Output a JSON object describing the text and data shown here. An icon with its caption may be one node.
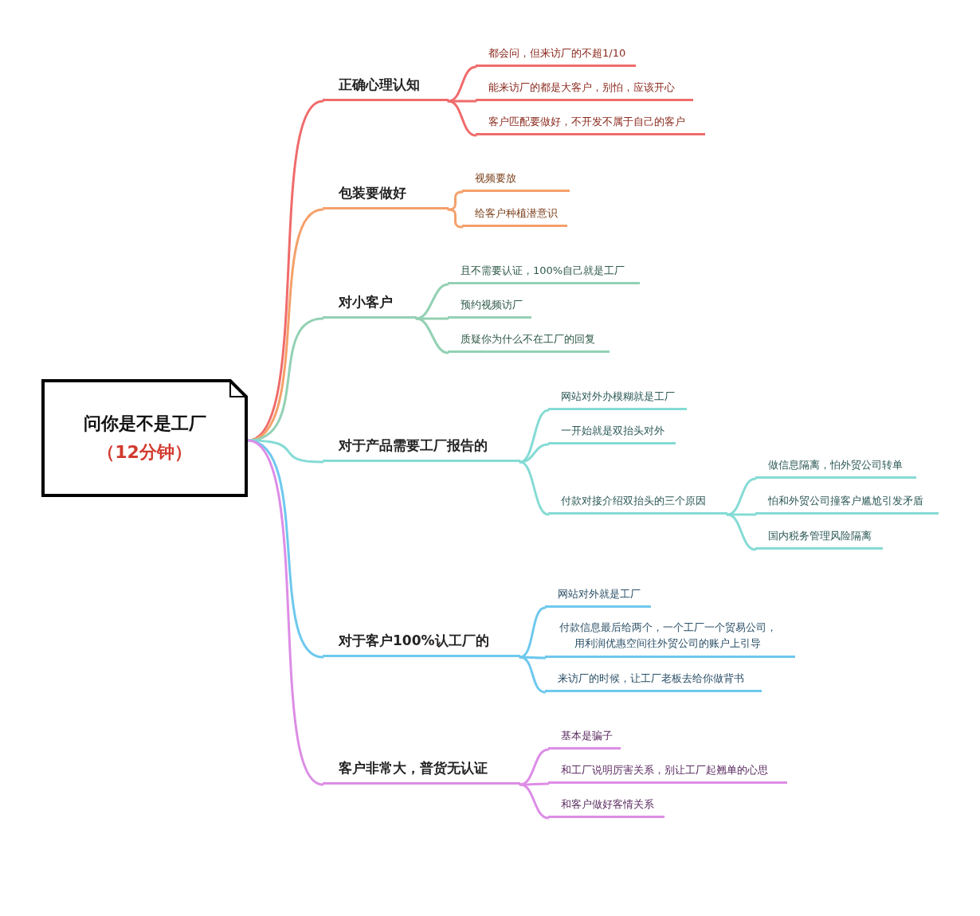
{
  "diagram": {
    "nodes": [
      {
        "text": [
          "问你是不是工厂",
          "（12分钟）"
        ]
      },
      {
        "text": [
          "正确心理认知"
        ]
      },
      {
        "text": [
          "都会问，但来访厂的不超1/10"
        ]
      },
      {
        "text": [
          "能来访厂的都是大客户，别怕，应该开心"
        ]
      },
      {
        "text": [
          "客户匹配要做好，不开发不属于自己的客户"
        ]
      },
      {
        "text": [
          "包装要做好"
        ]
      },
      {
        "text": [
          "视频要放"
        ]
      },
      {
        "text": [
          "给客户种植潜意识"
        ]
      },
      {
        "text": [
          "对小客户"
        ]
      },
      {
        "text": [
          "且不需要认证，100%自己就是工厂"
        ]
      },
      {
        "text": [
          "预约视频访厂"
        ]
      },
      {
        "text": [
          "质疑你为什么不在工厂的回复"
        ]
      },
      {
        "text": [
          "对于产品需要工厂报告的"
        ]
      },
      {
        "text": [
          "网站对外办模糊就是工厂"
        ]
      },
      {
        "text": [
          "一开始就是双抬头对外"
        ]
      },
      {
        "text": [
          "付款对接介绍双抬头的三个原因"
        ]
      },
      {
        "text": [
          "做信息隔离，怕外贸公司转单"
        ]
      },
      {
        "text": [
          "怕和外贸公司撞客户尴尬引发矛盾"
        ]
      },
      {
        "text": [
          "国内税务管理风险隔离"
        ]
      },
      {
        "text": [
          "对于客户100%认工厂的"
        ]
      },
      {
        "text": [
          "网站对外就是工厂"
        ]
      },
      {
        "text": [
          "付款信息最后给两个，一个工厂一个贸易公司，用利润优惠空间往外贸公司的账户上引导"
        ]
      },
      {
        "text": [
          "来访厂的时候，让工厂老板去给你做背书"
        ]
      },
      {
        "text": [
          "客户非常大，普货无认证"
        ]
      },
      {
        "text": [
          "基本是骗子"
        ]
      },
      {
        "text": [
          "和工厂说明厉害关系，别让工厂起翘单的心思"
        ]
      },
      {
        "text": [
          "和客户做好客情关系"
        ]
      }
    ],
    "edges": [
      {
        "from": 0,
        "to": 1,
        "arrow": "none",
        "color": "#f06b6b"
      },
      {
        "from": 1,
        "to": 2,
        "arrow": "none",
        "color": "#f06b6b"
      },
      {
        "from": 1,
        "to": 3,
        "arrow": "none",
        "color": "#f06b6b"
      },
      {
        "from": 1,
        "to": 4,
        "arrow": "none",
        "color": "#f06b6b"
      },
      {
        "from": 0,
        "to": 5,
        "arrow": "none",
        "color": "#f4a06a"
      },
      {
        "from": 5,
        "to": 6,
        "arrow": "none",
        "color": "#f4a06a"
      },
      {
        "from": 5,
        "to": 7,
        "arrow": "none",
        "color": "#f4a06a"
      },
      {
        "from": 0,
        "to": 8,
        "arrow": "none",
        "color": "#93d1b4"
      },
      {
        "from": 8,
        "to": 9,
        "arrow": "none",
        "color": "#93d1b4"
      },
      {
        "from": 8,
        "to": 10,
        "arrow": "none",
        "color": "#93d1b4"
      },
      {
        "from": 8,
        "to": 11,
        "arrow": "none",
        "color": "#93d1b4"
      },
      {
        "from": 0,
        "to": 12,
        "arrow": "none",
        "color": "#85dbd5"
      },
      {
        "from": 12,
        "to": 13,
        "arrow": "none",
        "color": "#85dbd5"
      },
      {
        "from": 12,
        "to": 14,
        "arrow": "none",
        "color": "#85dbd5"
      },
      {
        "from": 12,
        "to": 15,
        "arrow": "none",
        "color": "#85dbd5"
      },
      {
        "from": 15,
        "to": 16,
        "arrow": "none",
        "color": "#85dbd5"
      },
      {
        "from": 15,
        "to": 17,
        "arrow": "none",
        "color": "#85dbd5"
      },
      {
        "from": 15,
        "to": 18,
        "arrow": "none",
        "color": "#85dbd5"
      },
      {
        "from": 0,
        "to": 19,
        "arrow": "none",
        "color": "#6ec8ee"
      },
      {
        "from": 19,
        "to": 20,
        "arrow": "none",
        "color": "#6ec8ee"
      },
      {
        "from": 19,
        "to": 21,
        "arrow": "none",
        "color": "#6ec8ee"
      },
      {
        "from": 19,
        "to": 22,
        "arrow": "none",
        "color": "#6ec8ee"
      },
      {
        "from": 0,
        "to": 23,
        "arrow": "none",
        "color": "#dd8de6"
      },
      {
        "from": 23,
        "to": 24,
        "arrow": "none",
        "color": "#dd8de6"
      },
      {
        "from": 23,
        "to": 25,
        "arrow": "none",
        "color": "#dd8de6"
      },
      {
        "from": 23,
        "to": 26,
        "arrow": "none",
        "color": "#dd8de6"
      }
    ]
  }
}
